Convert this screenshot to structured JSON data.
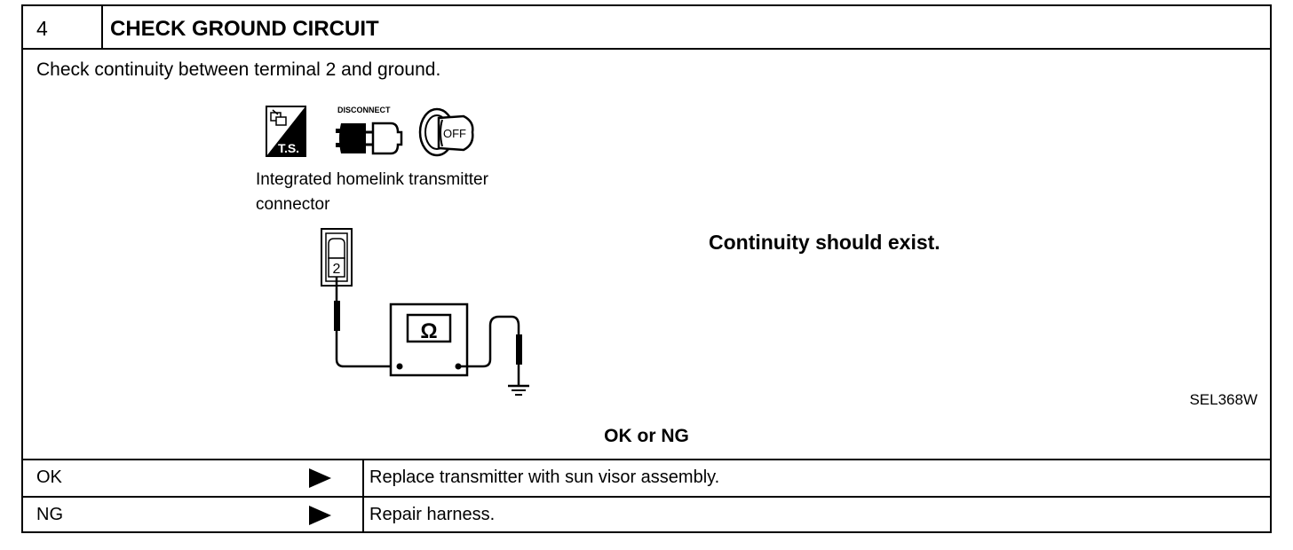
{
  "step": {
    "number": "4",
    "title": "CHECK GROUND CIRCUIT"
  },
  "instruction": "Check continuity between terminal 2 and ground.",
  "icons": {
    "ts_icon": "test-specification-icon",
    "ts_text": "T.S.",
    "disconnect_icon": "disconnect-connector-icon",
    "disconnect_text": "DISCONNECT",
    "ignition_icon": "ignition-off-icon",
    "ignition_text": "OFF"
  },
  "connector": {
    "label": "Integrated homelink transmitter connector",
    "terminal": "2",
    "meter_symbol": "Ω"
  },
  "expected_result": "Continuity should exist.",
  "figure_code": "SEL368W",
  "decision": {
    "prompt": "OK or NG",
    "rows": [
      {
        "label": "OK",
        "action": "Replace transmitter with sun visor assembly."
      },
      {
        "label": "NG",
        "action": "Repair harness."
      }
    ]
  }
}
